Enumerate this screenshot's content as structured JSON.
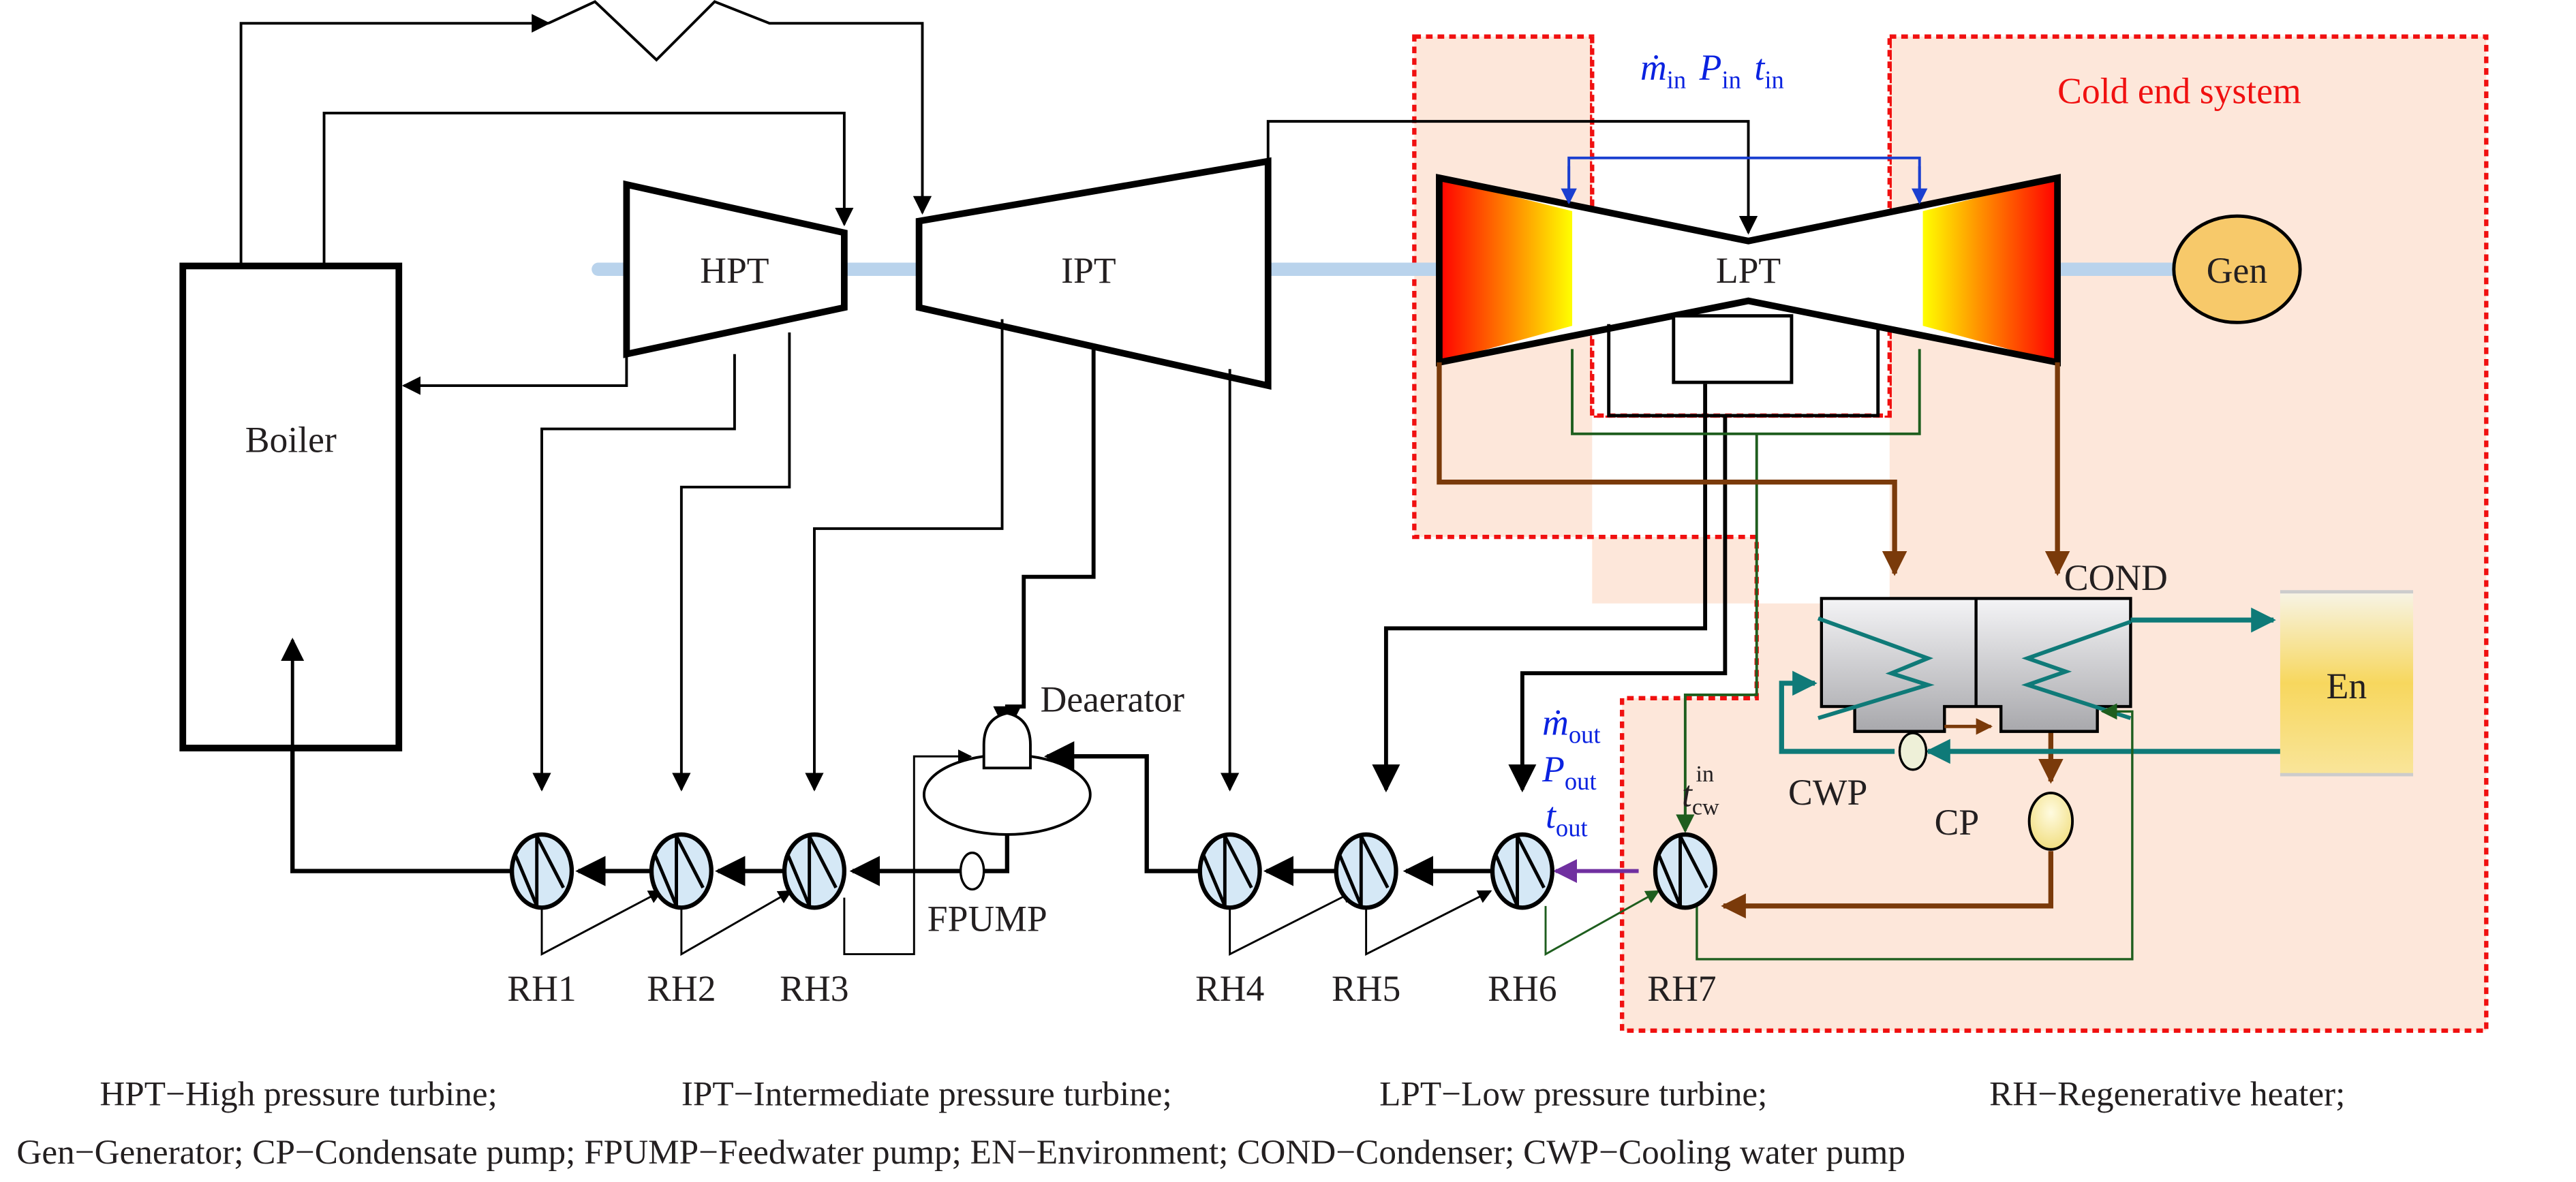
{
  "title": "Thermal power plant regenerative cycle with cold end system",
  "components": {
    "boiler": "Boiler",
    "hpt": "HPT",
    "ipt": "IPT",
    "lpt": "LPT",
    "gen": "Gen",
    "cond": "COND",
    "en": "En",
    "deaerator": "Deaerator",
    "fpump": "FPUMP",
    "cp": "CP",
    "cwp": "CWP",
    "heaters": [
      "RH1",
      "RH2",
      "RH3",
      "RH4",
      "RH5",
      "RH6",
      "RH7"
    ]
  },
  "cold_end_label": "Cold end system",
  "inlet_params": {
    "m": "ṁ",
    "m_sub": "in",
    "p": "P",
    "p_sub": "in",
    "t": "t",
    "t_sub": "in"
  },
  "outlet_params": {
    "m": "ṁ",
    "m_sub": "out",
    "p": "P",
    "p_sub": "out",
    "t": "t",
    "t_sub": "out"
  },
  "cw_temp": {
    "t": "t",
    "sub": "cw",
    "sup": "in"
  },
  "caption": {
    "line1": [
      "HPT−High pressure turbine;",
      "IPT−Intermediate pressure turbine;",
      "LPT−Low pressure turbine;",
      "RH−Regenerative heater;"
    ],
    "line2": "Gen−Generator;  CP−Condensate pump;  FPUMP−Feedwater pump;  EN−Environment;  COND−Condenser;  CWP−Cooling water pump"
  },
  "colors": {
    "boundary": "#f01010",
    "boundary_fill": "#fde7da",
    "steam_line": "#000000",
    "exhaust_line": "#7a3a0a",
    "bleed_line": "#1e5e1e",
    "cooling_water": "#0f7a78",
    "param_text": "#0a22e0",
    "shaft": "#b9d3ec",
    "gen_fill": "#f7c96a",
    "heater_fill": "#d5e8f6",
    "link_purple": "#7030a0"
  }
}
